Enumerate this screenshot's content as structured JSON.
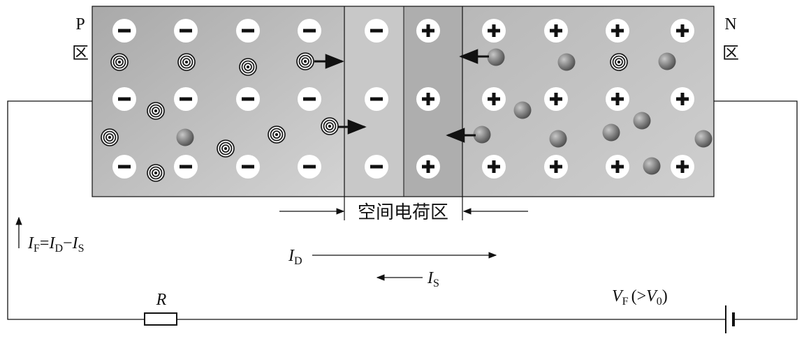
{
  "regions": {
    "p_letter": "P",
    "p_char": "区",
    "n_letter": "N",
    "n_char": "区",
    "space_charge": "空间电荷区"
  },
  "labels": {
    "i_f_label": "I",
    "i_f_sub": "F",
    "i_f_eq": "=",
    "i_d_label": "I",
    "i_d_sub": "D",
    "i_minus": "−",
    "i_s_label": "I",
    "i_s_sub": "S",
    "id_arrow_label": "I",
    "id_arrow_sub": "D",
    "is_arrow_label": "I",
    "is_arrow_sub": "S",
    "resistor": "R",
    "vf_label": "V",
    "vf_sub": "F",
    "vf_paren_open": "(>",
    "v0_label": "V",
    "v0_sub": "0",
    "vf_paren_close": ")"
  },
  "ions": {
    "negative_symbol": "−",
    "positive_symbol": "+"
  },
  "colors": {
    "p_region": "#bdbdbd",
    "depletion_p": "#c9c9c9",
    "depletion_n": "#b3b3b3",
    "n_region": "#c2c2c2",
    "ion_fill": "#ffffff",
    "ion_sign": "#111111",
    "electron": "#7d7d7d",
    "line": "#111111"
  }
}
